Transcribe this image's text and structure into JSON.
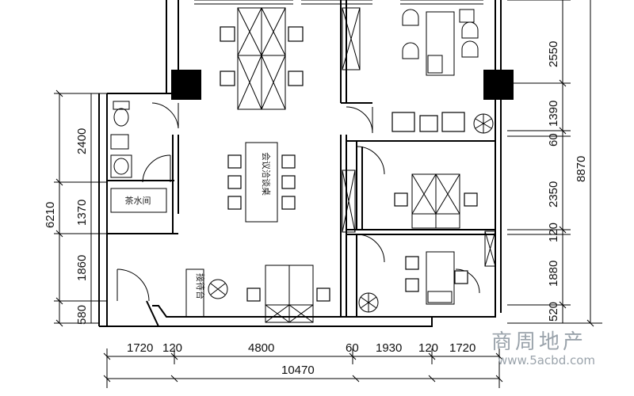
{
  "rooms": {
    "meeting_table_label": "会议洽谈桌",
    "tea_room": "茶水间",
    "reception_desk": "接待台"
  },
  "dimensions": {
    "bottom_segments": [
      "1720",
      "120",
      "4800",
      "60",
      "1930",
      "120",
      "1720"
    ],
    "bottom_total": "10470",
    "left_segments": [
      "2400",
      "1370",
      "1860",
      "580"
    ],
    "left_total": "6210",
    "right_segments": [
      "2550",
      "1390",
      "60",
      "2350",
      "120",
      "1880",
      "520"
    ],
    "right_total": "8870"
  },
  "watermark": {
    "logo_text": "商周地产",
    "url": "www.5acbd.com"
  }
}
